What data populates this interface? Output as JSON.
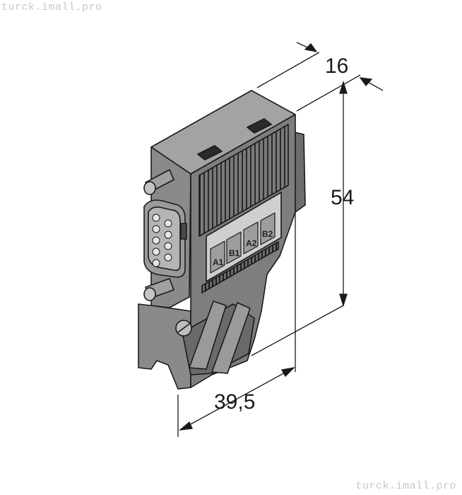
{
  "watermark_top": "turck.imall.pro",
  "watermark_bottom": "turck.imall.pro",
  "dimensions": {
    "depth": "16",
    "height": "54",
    "width": "39,5"
  },
  "terminals": [
    "A1",
    "B1",
    "A2",
    "B2"
  ],
  "colors": {
    "body_light": "#a9a9a9",
    "body_mid": "#8a8a8a",
    "body_dark": "#5e5e5e",
    "outline": "#1a1a1a",
    "label_panel": "#cfcfcf"
  }
}
